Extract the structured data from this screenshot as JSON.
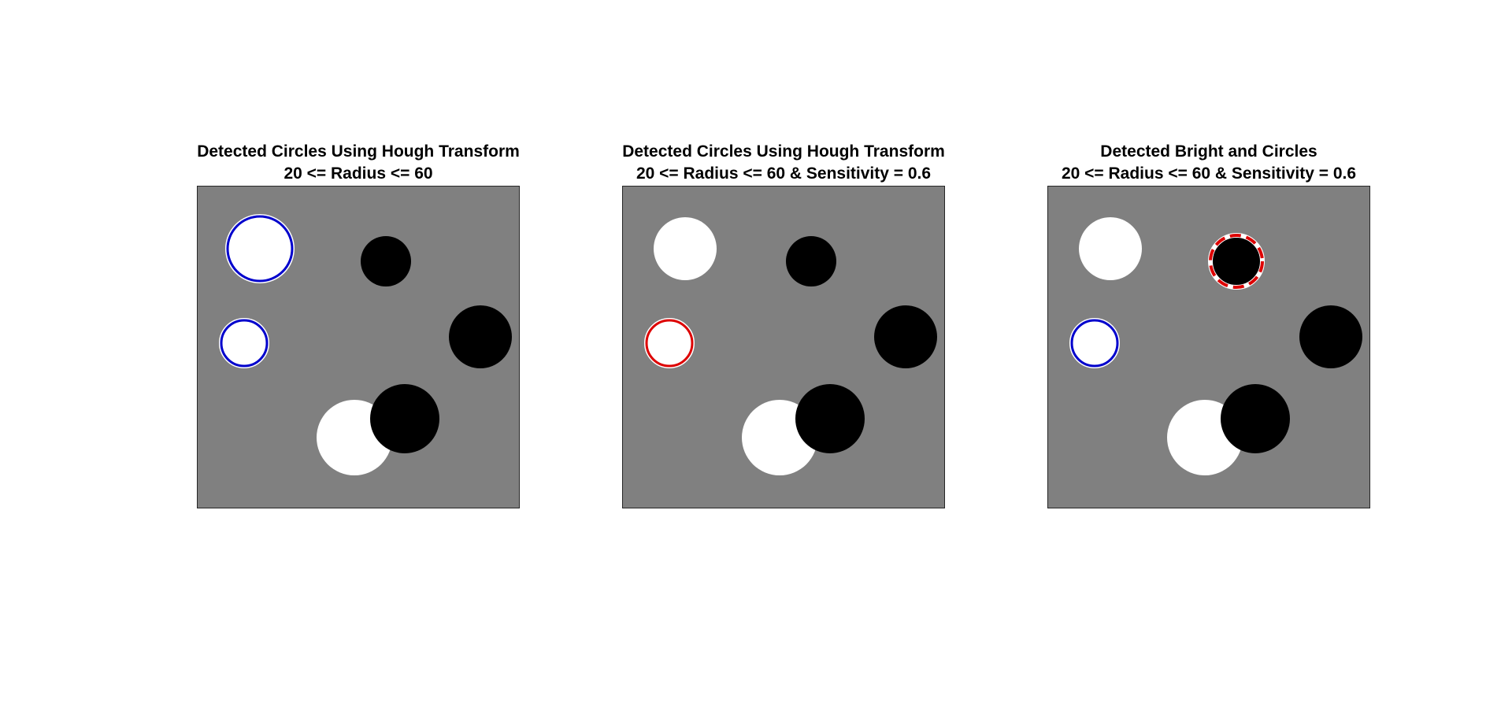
{
  "figure": {
    "background": "#ffffff",
    "image_background": "#808080",
    "colors": {
      "bright_disk": "#ffffff",
      "dark_disk": "#000000",
      "marker_blue": "#0000cc",
      "marker_red": "#dd0000",
      "marker_outline": "#ffffff"
    },
    "panels": [
      {
        "title_line1": "Detected Circles Using Hough Transform",
        "title_line2": "20 <= Radius <= 60"
      },
      {
        "title_line1": "Detected Circles Using Hough Transform",
        "title_line2": "20 <= Radius <= 60 & Sensitivity = 0.6"
      },
      {
        "title_line1": "Detected Bright and Circles",
        "title_line2": "20 <= Radius <= 60 & Sensitivity = 0.6"
      }
    ]
  }
}
